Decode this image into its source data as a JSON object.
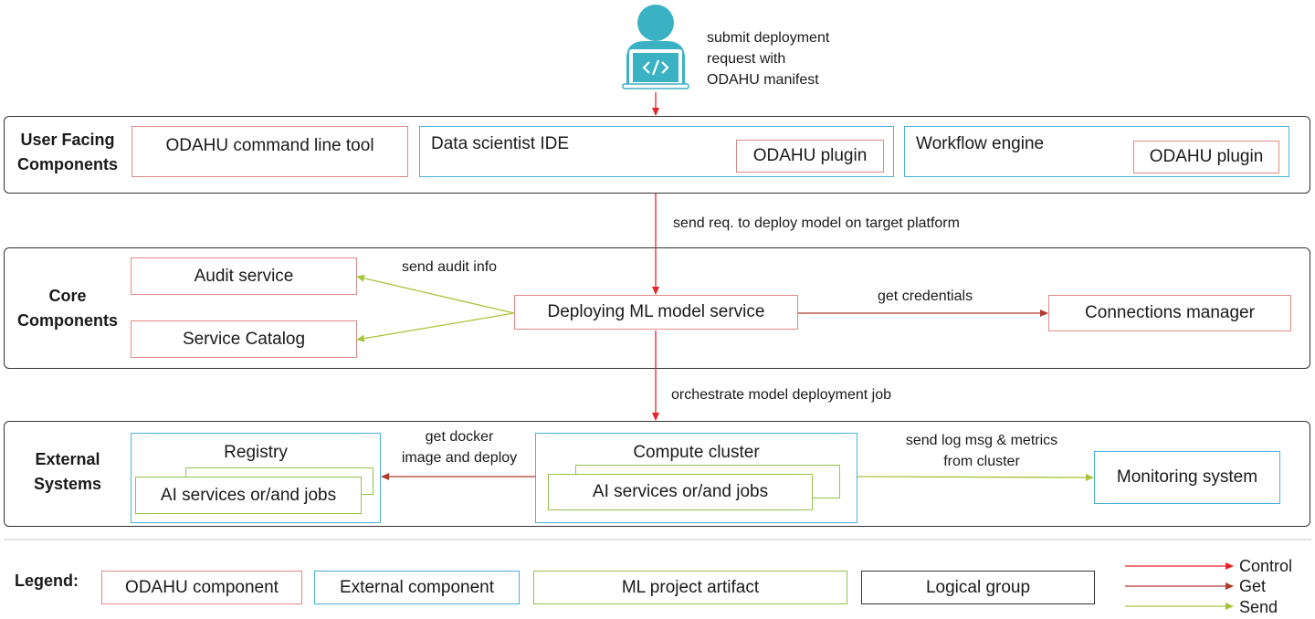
{
  "user": {
    "icon": "developer-laptop-icon",
    "note": [
      "submit deployment",
      "request with",
      "ODAHU manifest"
    ]
  },
  "groups": {
    "user_facing": {
      "label": [
        "User Facing",
        "Components"
      ],
      "cli": "ODAHU command line tool",
      "ide": "Data scientist IDE",
      "ide_plugin": "ODAHU plugin",
      "workflow": "Workflow engine",
      "workflow_plugin": "ODAHU plugin"
    },
    "core": {
      "label": [
        "Core",
        "Components"
      ],
      "audit": "Audit service",
      "catalog": "Service Catalog",
      "deploying": "Deploying ML model service",
      "connections": "Connections manager"
    },
    "external": {
      "label": [
        "External",
        "Systems"
      ],
      "registry": "Registry",
      "registry_jobs": "AI services or/and jobs",
      "compute": "Compute cluster",
      "compute_jobs": "AI services or/and jobs",
      "monitoring": "Monitoring  system"
    }
  },
  "edges": {
    "send_req": "send req. to deploy model on target platform",
    "audit_info": "send audit info",
    "credentials": "get credentials",
    "orchestrate": "orchestrate model deployment job",
    "docker": [
      "get docker",
      "image and deploy"
    ],
    "log_metrics": [
      "send log msg & metrics",
      "from cluster"
    ]
  },
  "legend": {
    "title": "Legend:",
    "odahu": "ODAHU component",
    "external": "External component",
    "artifact": "ML project artifact",
    "logical": "Logical group",
    "control": "Control",
    "get": "Get",
    "send": "Send"
  },
  "colors": {
    "odahu_border": "#e08a86",
    "external_border": "#4ab0dc",
    "artifact_border": "#97c24a",
    "control_arrow": "#e8232a",
    "get_arrow": "#b03a2e",
    "send_arrow": "#a7c43a",
    "user_icon": "#3bb2c4"
  }
}
